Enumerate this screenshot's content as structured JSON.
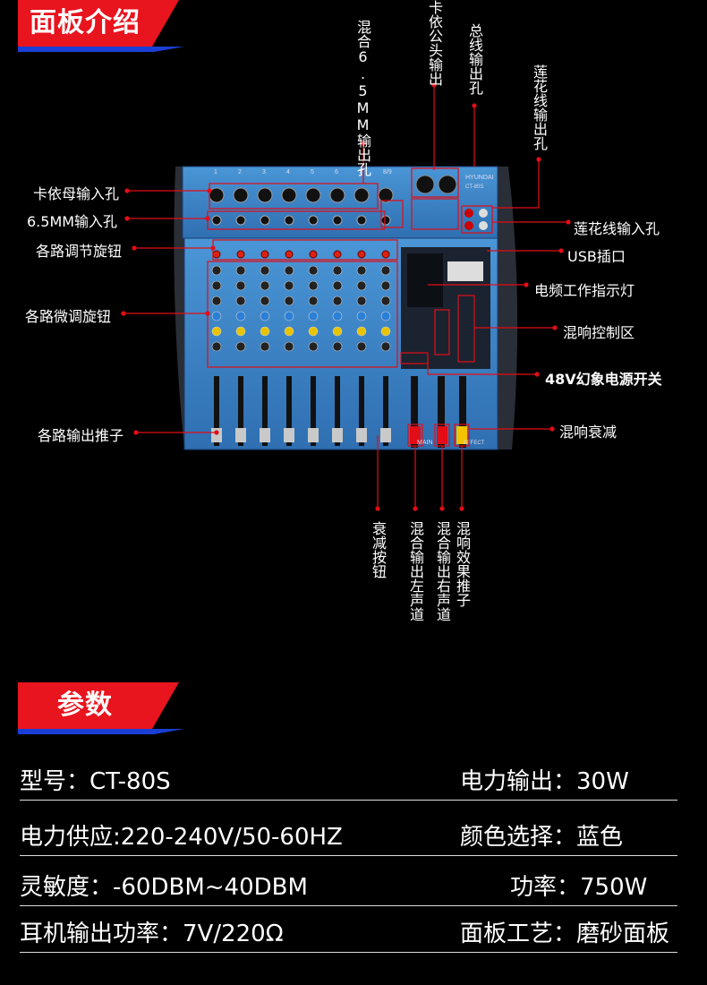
{
  "panel_section": {
    "title": "面板介绍"
  },
  "params_section": {
    "title": "参数"
  },
  "mixer": {
    "brand": "HYUNDAI",
    "model": "CT-80S",
    "channel_numbers": [
      "1",
      "2",
      "3",
      "4",
      "5",
      "6",
      "7",
      "8/9"
    ],
    "main_label": "MAIN",
    "effect_label": "EFFECT"
  },
  "callouts": {
    "left": [
      "卡依母输入孔",
      "6.5MM输入孔",
      "各路调节旋钮",
      "各路微调旋钮",
      "各路输出推子"
    ],
    "right": [
      "莲花线输入孔",
      "USB插口",
      "电频工作指示灯",
      "混响控制区",
      "48V幻象电源开关",
      "混响衰减"
    ],
    "top": [
      "混合6.5MM输出孔",
      "卡依公头输出",
      "总线输出孔",
      "莲花线输出孔"
    ],
    "bottom": [
      "衰减按钮",
      "混合输出左声道",
      "混合输出右声道",
      "混响效果推子"
    ]
  },
  "specs": [
    {
      "left": "型号：CT-80S",
      "right": "电力输出：30W"
    },
    {
      "left": "电力供应:220-240V/50-60HZ",
      "right": "颜色选择：蓝色"
    },
    {
      "left": "灵敏度：-60DBM~40DBM",
      "right": "功率：750W"
    },
    {
      "left": "耳机输出功率：7V/220Ω",
      "right": "面板工艺：磨砂面板"
    }
  ],
  "colors": {
    "accent_red": "#e8141e",
    "accent_blue": "#1a3fd6",
    "panel_blue": "#3f86c9"
  }
}
